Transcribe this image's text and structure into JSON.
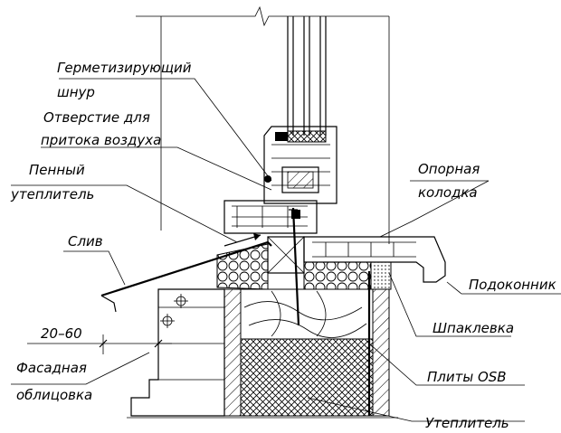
{
  "labels": {
    "seal_cord_l1": "Герметизирующий",
    "seal_cord_l2": "шнур",
    "air_hole_l1": "Отверстие для",
    "air_hole_l2": "притока воздуха",
    "foam_l1": "Пенный",
    "foam_l2": "утеплитель",
    "drip": "Слив",
    "support_l1": "Опорная",
    "support_l2": "колодка",
    "sill_board": "Подоконник",
    "putty": "Шпаклевка",
    "osb": "Плиты OSB",
    "insulation": "Утеплитель",
    "facade_l1": "Фасадная",
    "facade_l2": "облицовка",
    "dimension": "20–60"
  }
}
